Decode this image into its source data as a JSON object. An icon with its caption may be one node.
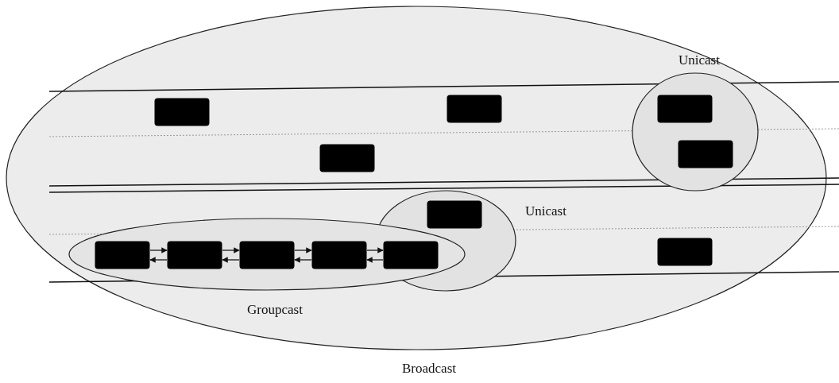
{
  "diagram": {
    "nodes": [
      {
        "text": [
          "Broadcast"
        ]
      },
      {
        "text": [
          "Unicast"
        ],
        "in": 0
      },
      {
        "text": [
          "Unicast"
        ],
        "in": 0
      },
      {
        "text": [
          "Groupcast"
        ],
        "in": 0
      },
      {
        "text": [],
        "shape": "box",
        "in": 0
      },
      {
        "text": [],
        "shape": "box",
        "in": 0
      },
      {
        "text": [],
        "shape": "box",
        "in": 1
      },
      {
        "text": [],
        "shape": "box",
        "in": 0
      },
      {
        "text": [],
        "shape": "box",
        "in": 1
      },
      {
        "text": [],
        "shape": "box",
        "in": 2
      },
      {
        "text": [],
        "shape": "box",
        "in": 3
      },
      {
        "text": [],
        "shape": "box",
        "in": 3
      },
      {
        "text": [],
        "shape": "box",
        "in": 3
      },
      {
        "text": [],
        "shape": "box",
        "in": 3
      },
      {
        "text": [],
        "shape": "box"
      },
      {
        "text": [],
        "shape": "box",
        "in": 0
      }
    ],
    "edges": [
      {
        "from": 10,
        "to": 11,
        "arrow": "to"
      },
      {
        "from": 11,
        "to": 10,
        "arrow": "to"
      },
      {
        "from": 11,
        "to": 12,
        "arrow": "to"
      },
      {
        "from": 12,
        "to": 11,
        "arrow": "to"
      },
      {
        "from": 12,
        "to": 13,
        "arrow": "to"
      },
      {
        "from": 13,
        "to": 12,
        "arrow": "to"
      },
      {
        "from": 13,
        "to": 14,
        "arrow": "to"
      },
      {
        "from": 14,
        "to": 13,
        "arrow": "to"
      }
    ]
  }
}
